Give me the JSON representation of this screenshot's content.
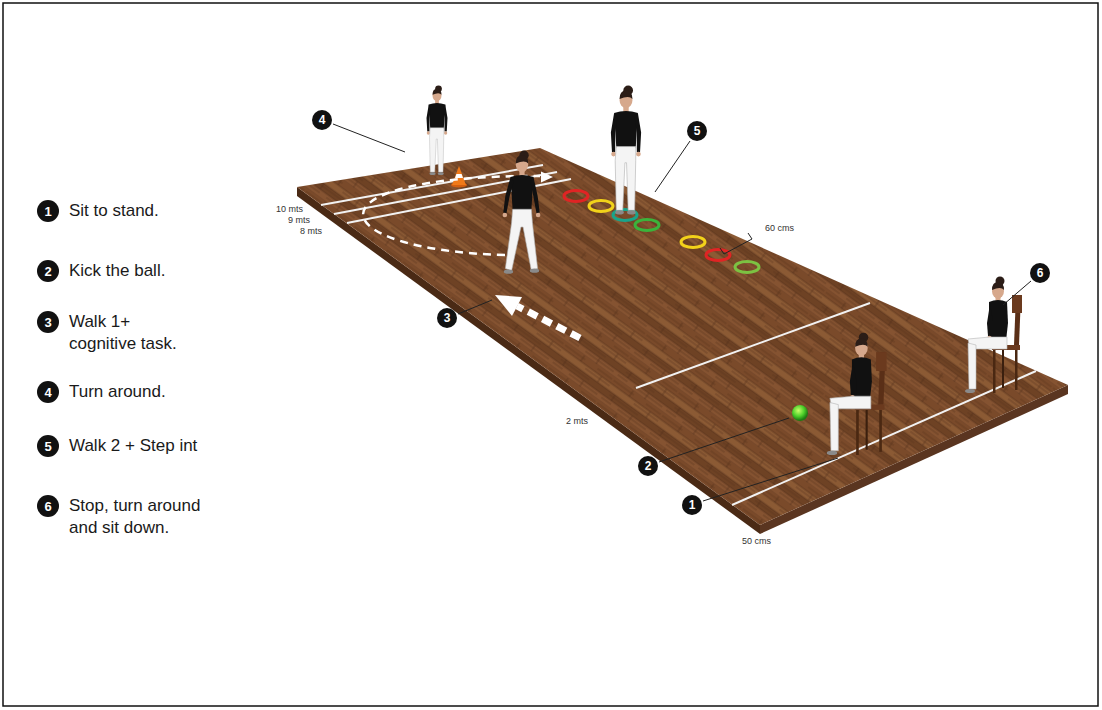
{
  "diagram": {
    "labels": [
      "1",
      "Sit to stand.",
      "2",
      "Kick the ball.",
      "3",
      "Walk 1+ cognitive task.",
      "4",
      "Turn around.",
      "5",
      "Walk 2 + Step int",
      "6",
      "Stop, turn around and sit down.",
      "4",
      "3",
      "5",
      "6",
      "2",
      "1",
      "10 mts",
      "9 mts",
      "8 mts",
      "60 cms",
      "2 mts",
      "50 cms"
    ]
  }
}
